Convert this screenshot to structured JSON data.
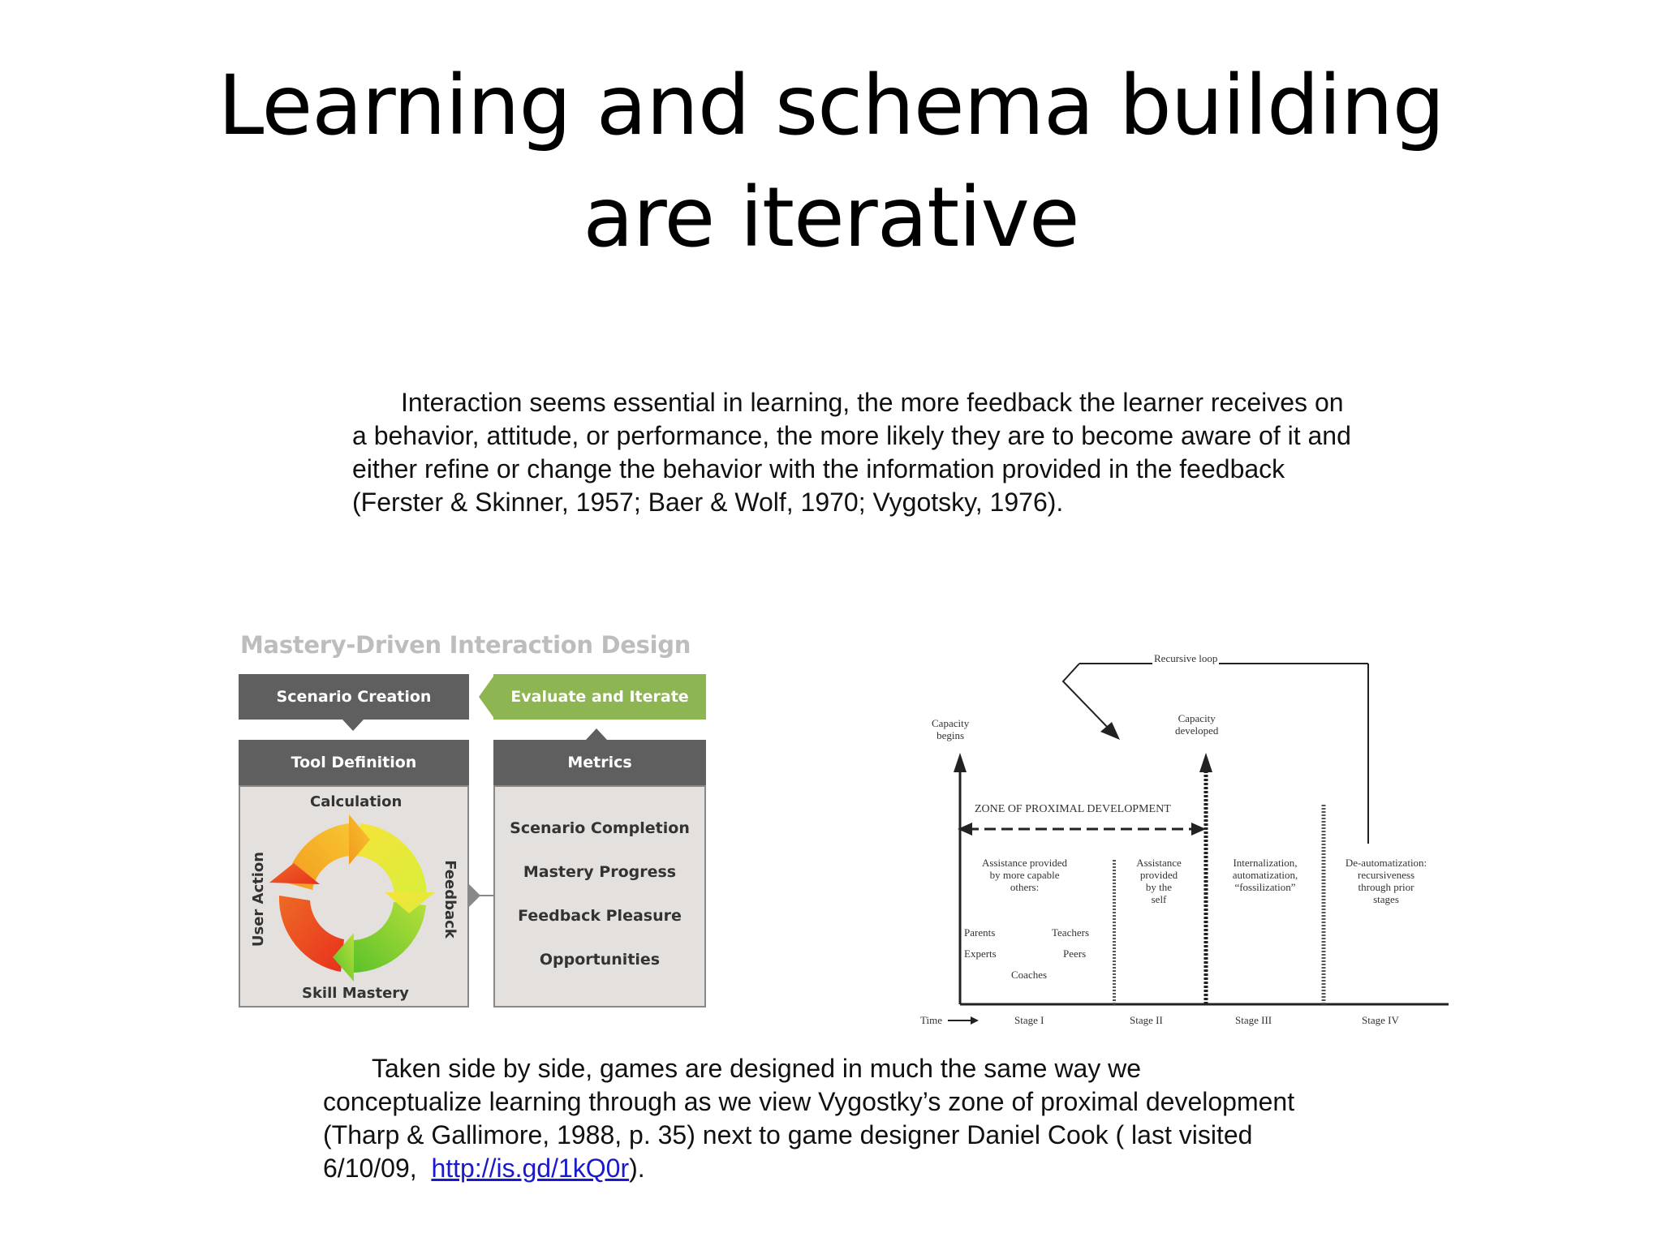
{
  "slide": {
    "title_line1": "Learning and schema building",
    "title_line2": "are iterative",
    "paragraph1": "Interaction seems essential in learning, the more feedback the learner receives on a behavior, attitude, or performance, the more likely they are to become aware of it and either refine or change the behavior with the information provided in the feedback (Ferster & Skinner, 1957; Baer & Wolf, 1970; Vygotsky, 1976).",
    "paragraph2_text": "Taken side by side, games are designed in much the same way we conceptualize learning through as we view Vygostky’s zone of proximal development (Tharp & Gallimore, 1988, p. 35) next to game designer Daniel Cook ( last visited 6/10/09,",
    "paragraph2_link": "http://is.gd/1kQ0r",
    "paragraph2_end": ")."
  },
  "mastery_diagram": {
    "title": "Mastery-Driven Interaction Design",
    "scenario_creation": "Scenario Creation",
    "evaluate_iterate": "Evaluate and Iterate",
    "tool_definition": "Tool Definition",
    "metrics": "Metrics",
    "calculation": "Calculation",
    "user_action": "User Action",
    "feedback": "Feedback",
    "skill_mastery": "Skill Mastery",
    "metric_items": [
      "Scenario Completion",
      "Mastery Progress",
      "Feedback Pleasure",
      "Opportunities"
    ],
    "colors": {
      "dark": "#5f5f5f",
      "green": "#8db552",
      "body": "#e4e0de"
    }
  },
  "zpd_diagram": {
    "recursive_loop": "Recursive loop",
    "capacity_begins_1": "Capacity",
    "capacity_begins_2": "begins",
    "capacity_developed_1": "Capacity",
    "capacity_developed_2": "developed",
    "zone_label": "ZONE OF PROXIMAL DEVELOPMENT",
    "stage1_desc_1": "Assistance provided",
    "stage1_desc_2": "by more capable",
    "stage1_desc_3": "others:",
    "parents": "Parents",
    "teachers": "Teachers",
    "experts": "Experts",
    "peers": "Peers",
    "coaches": "Coaches",
    "stage2_desc_1": "Assistance",
    "stage2_desc_2": "provided",
    "stage2_desc_3": "by the",
    "stage2_desc_4": "self",
    "stage3_desc_1": "Internalization,",
    "stage3_desc_2": "automatization,",
    "stage3_desc_3": "“fossilization”",
    "stage4_desc_1": "De-automatization:",
    "stage4_desc_2": "recursiveness",
    "stage4_desc_3": "through prior",
    "stage4_desc_4": "stages",
    "time": "Time",
    "stages": [
      "Stage I",
      "Stage II",
      "Stage III",
      "Stage IV"
    ]
  }
}
